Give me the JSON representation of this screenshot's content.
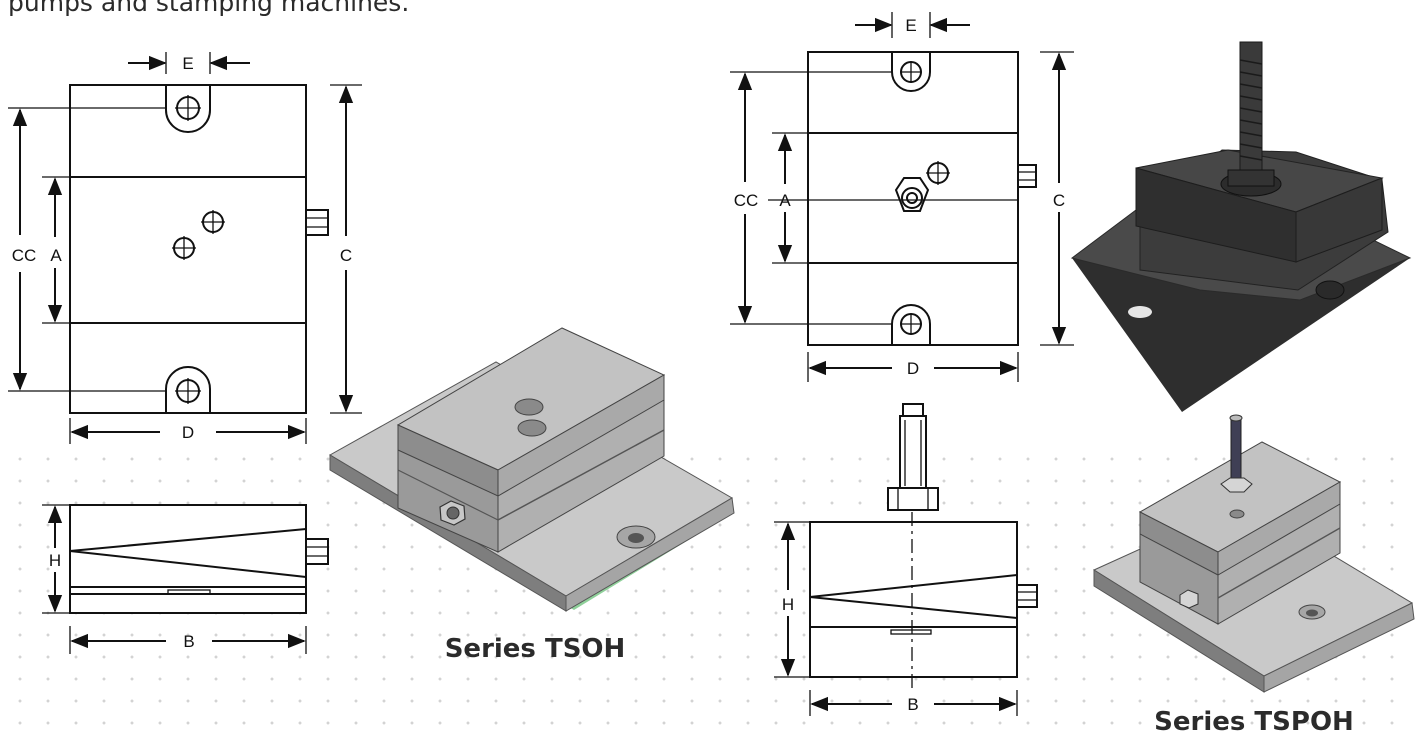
{
  "intro_text": "pumps and stamping machines.",
  "tsoh": {
    "series_label": "Series TSOH",
    "dims": {
      "E": "E",
      "CC": "CC",
      "A": "A",
      "C": "C",
      "D": "D",
      "H": "H",
      "B": "B"
    }
  },
  "tspoh": {
    "series_label": "Series TSPOH",
    "dims": {
      "E": "E",
      "CC": "CC",
      "A": "A",
      "C": "C",
      "D": "D",
      "H": "H",
      "B": "B"
    }
  },
  "colors": {
    "render_gray": "#b7b7b7",
    "base_green": "#4e9a55",
    "photo_dark": "#3e3e3e"
  }
}
